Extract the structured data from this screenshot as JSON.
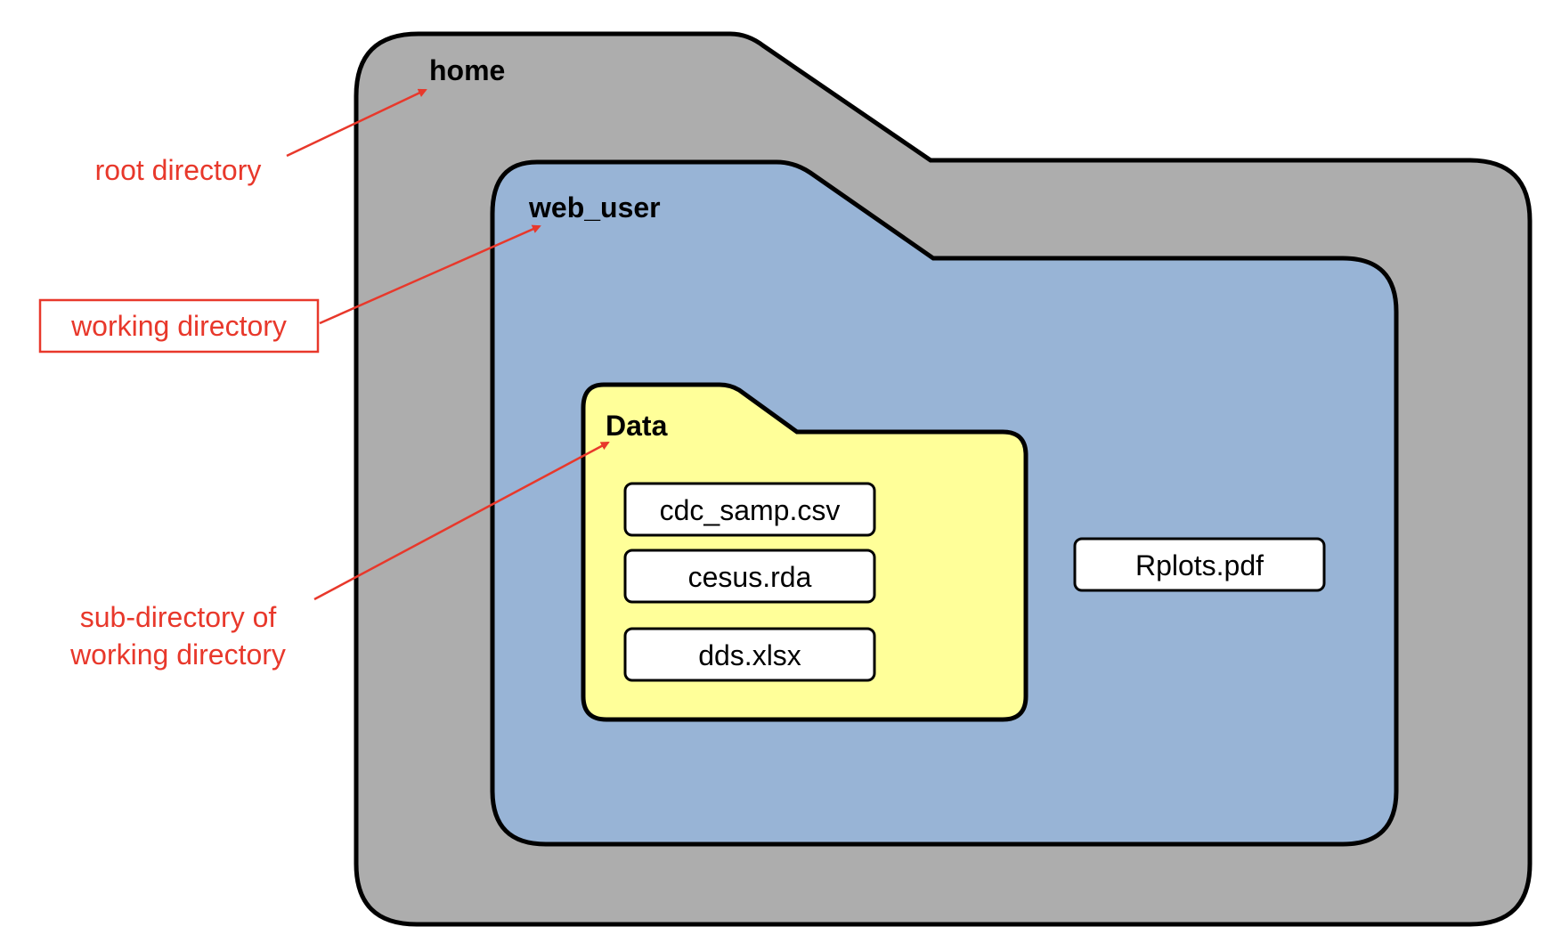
{
  "colors": {
    "home_folder": "#adadad",
    "working_folder": "#98b4d6",
    "data_folder": "#ffff99",
    "file_box": "#ffffff",
    "outline": "#000000",
    "annotation": "#e8382b"
  },
  "folders": {
    "home": {
      "label": "home"
    },
    "web_user": {
      "label": "web_user"
    },
    "data": {
      "label": "Data"
    }
  },
  "files": {
    "cdc_samp": "cdc_samp.csv",
    "cesus": "cesus.rda",
    "dds": "dds.xlsx",
    "rplots": "Rplots.pdf"
  },
  "annotations": {
    "root_directory": "root directory",
    "working_directory": "working directory",
    "sub_directory_line1": "sub-directory of",
    "sub_directory_line2": "working directory"
  }
}
